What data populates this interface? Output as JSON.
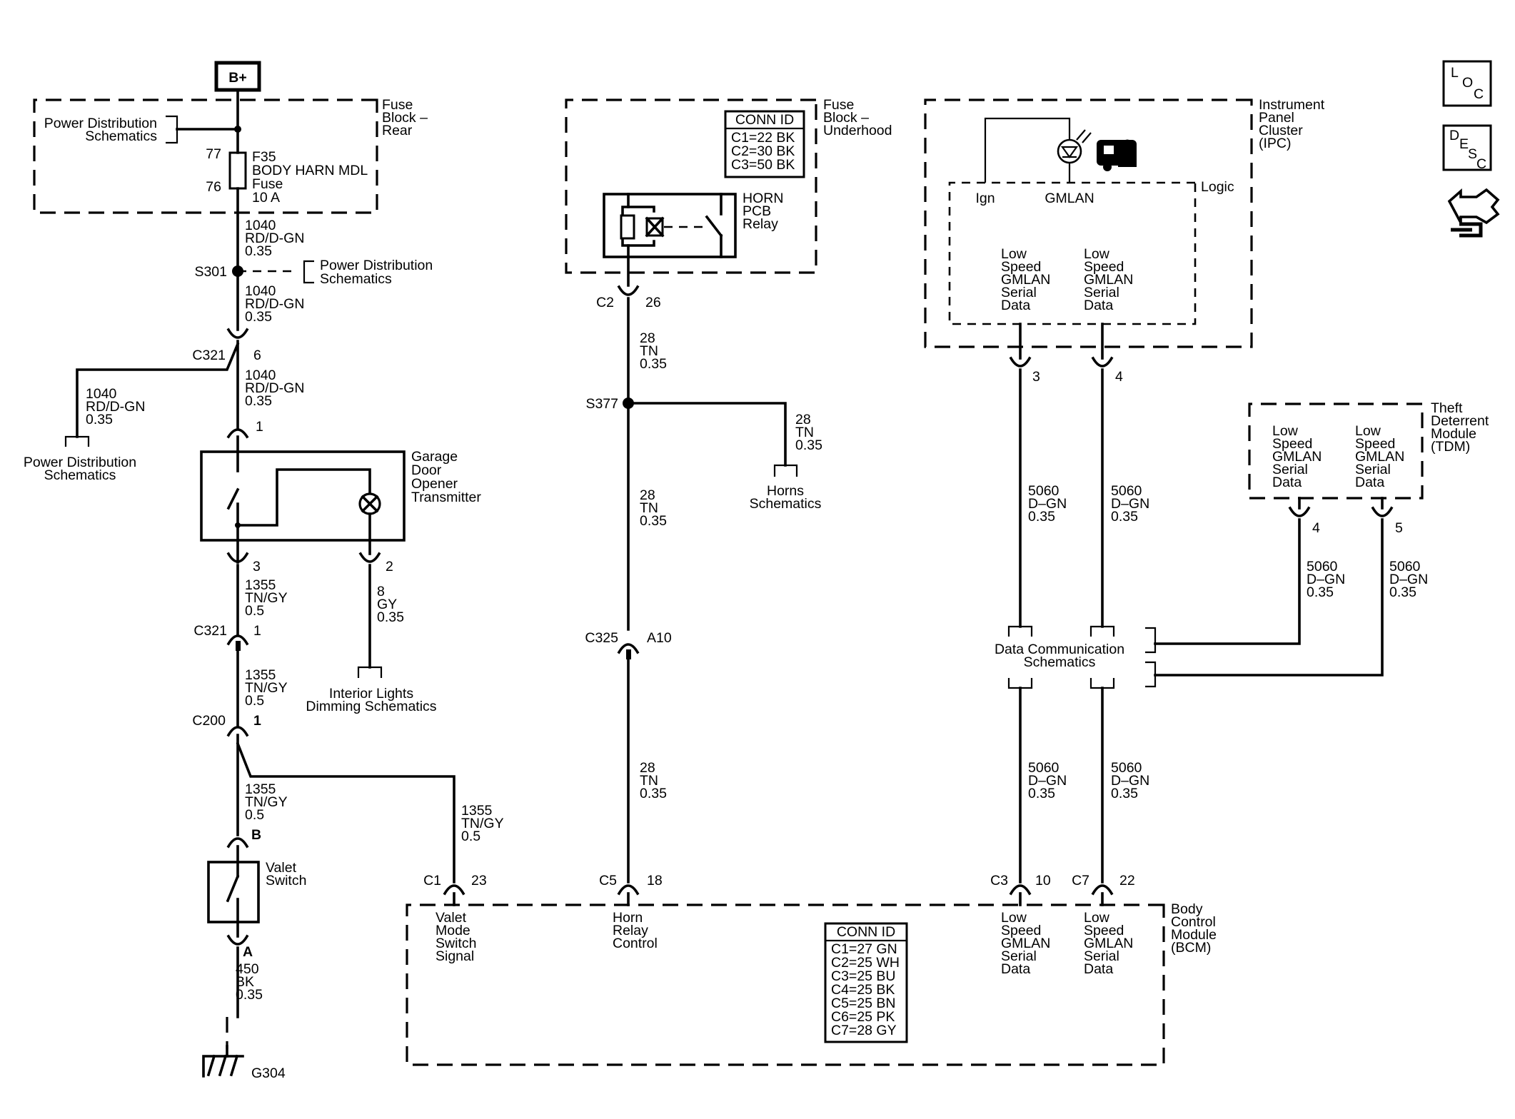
{
  "supply": {
    "label": "B+"
  },
  "fuse_block_rear": {
    "title": [
      "Fuse",
      "Block –",
      "Rear"
    ],
    "ref": [
      "Power Distribution",
      "Schematics"
    ],
    "pin_top": "77",
    "pin_bottom": "76",
    "fuse": [
      "F35",
      "BODY HARN MDL",
      "Fuse",
      "10 A"
    ]
  },
  "fuse_block_underhood": {
    "title": [
      "Fuse",
      "Block –",
      "Underhood"
    ],
    "conn_id": {
      "header": "CONN ID",
      "rows": [
        "C1=22 BK",
        "C2=30 BK",
        "C3=50 BK"
      ]
    },
    "relay": [
      "HORN",
      "PCB",
      "Relay"
    ]
  },
  "ipc": {
    "title": [
      "Instrument",
      "Panel",
      "Cluster",
      "(IPC)"
    ],
    "logic": "Logic",
    "ign": "Ign",
    "gmlan": "GMLAN",
    "data_left": [
      "Low",
      "Speed",
      "GMLAN",
      "Serial",
      "Data"
    ],
    "data_right": [
      "Low",
      "Speed",
      "GMLAN",
      "Serial",
      "Data"
    ]
  },
  "tdm": {
    "title": [
      "Theft",
      "Deterrent",
      "Module",
      "(TDM)"
    ],
    "data_left": [
      "Low",
      "Speed",
      "GMLAN",
      "Serial",
      "Data"
    ],
    "data_right": [
      "Low",
      "Speed",
      "GMLAN",
      "Serial",
      "Data"
    ]
  },
  "splices": {
    "s301": "S301",
    "s377": "S377"
  },
  "connectors": {
    "c321": "C321",
    "c321_pin_6": "6",
    "c321b": "C321",
    "c321_pin_1": "1",
    "c200": "C200",
    "c200_pin_1": "1",
    "c2": "C2",
    "c2_pin": "26",
    "c325": "C325",
    "c325_pin": "A10",
    "gdo_pin_1": "1",
    "gdo_pin_3": "3",
    "gdo_pin_2": "2",
    "valet_pin_b": "B",
    "valet_pin_a": "A",
    "ipc_pin_3": "3",
    "ipc_pin_4": "4",
    "tdm_pin_4": "4",
    "tdm_pin_5": "5",
    "bcm_c1": "C1",
    "bcm_c1_pin": "23",
    "bcm_c5": "C5",
    "bcm_c5_pin": "18",
    "bcm_c3": "C3",
    "bcm_c3_pin": "10",
    "bcm_c7": "C7",
    "bcm_c7_pin": "22"
  },
  "wires": {
    "w1040": [
      "1040",
      "RD/D-GN",
      "0.35"
    ],
    "w1355": [
      "1355",
      "TN/GY",
      "0.5"
    ],
    "w8": [
      "8",
      "GY",
      "0.35"
    ],
    "w450": [
      "450",
      "BK",
      "0.35"
    ],
    "w28": [
      "28",
      "TN",
      "0.35"
    ],
    "w5060": [
      "5060",
      "D–GN",
      "0.35"
    ]
  },
  "refs": {
    "pds_right": [
      "Power Distribution",
      "Schematics"
    ],
    "pds_left": [
      "Power Distribution",
      "Schematics"
    ],
    "horns": [
      "Horns",
      "Schematics"
    ],
    "interior": [
      "Interior Lights",
      "Dimming Schematics"
    ],
    "data_comm": [
      "Data Communication",
      "Schematics"
    ]
  },
  "gdo": {
    "title": [
      "Garage",
      "Door",
      "Opener",
      "Transmitter"
    ]
  },
  "valet": {
    "title": [
      "Valet",
      "Switch"
    ]
  },
  "ground": {
    "label": "G304"
  },
  "bcm": {
    "title": [
      "Body",
      "Control",
      "Module",
      "(BCM)"
    ],
    "valet_signal": [
      "Valet",
      "Mode",
      "Switch",
      "Signal"
    ],
    "horn_control": [
      "Horn",
      "Relay",
      "Control"
    ],
    "data_left": [
      "Low",
      "Speed",
      "GMLAN",
      "Serial",
      "Data"
    ],
    "data_right": [
      "Low",
      "Speed",
      "GMLAN",
      "Serial",
      "Data"
    ],
    "conn_id": {
      "header": "CONN ID",
      "rows": [
        "C1=27 GN",
        "C2=25 WH",
        "C3=25 BU",
        "C4=25 BK",
        "C5=25 BN",
        "C6=25 PK",
        "C7=28 GY"
      ]
    }
  },
  "nav_icons": {
    "loc": [
      "L",
      "O",
      "C"
    ],
    "desc": [
      "D",
      "E",
      "S",
      "C"
    ]
  }
}
